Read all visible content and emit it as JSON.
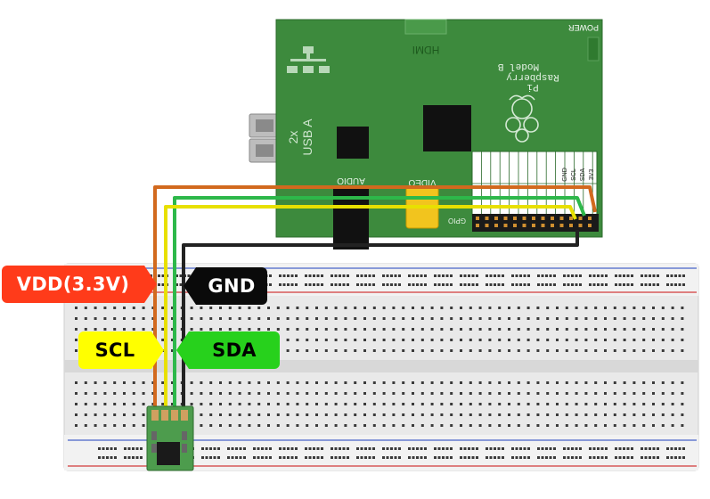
{
  "board": {
    "name_line1": "Raspberry",
    "name_line2": "Pi",
    "model": "Model B",
    "power_label": "POWER",
    "hdmi_label": "HDMI",
    "usb_label_1": "2x",
    "usb_label_2": "USB A",
    "audio_label": "AUDIO",
    "video_label": "VIDEO",
    "gpio_label": "GPIO",
    "pin_labels": [
      "3V3",
      "SDA",
      "SCL",
      "GND"
    ]
  },
  "callouts": {
    "vdd": "VDD(3.3V)",
    "gnd": "GND",
    "scl": "SCL",
    "sda": "SDA"
  },
  "colors": {
    "vdd": "#ff3b1a",
    "gnd": "#0a0a0a",
    "scl": "#ffff00",
    "sda": "#27d11c",
    "wire_orange": "#d2691e",
    "wire_black": "#222222",
    "wire_green": "#2db84a",
    "wire_yellow": "#e8e000",
    "board_green": "#3a8a3a",
    "breadboard": "#ececec"
  }
}
